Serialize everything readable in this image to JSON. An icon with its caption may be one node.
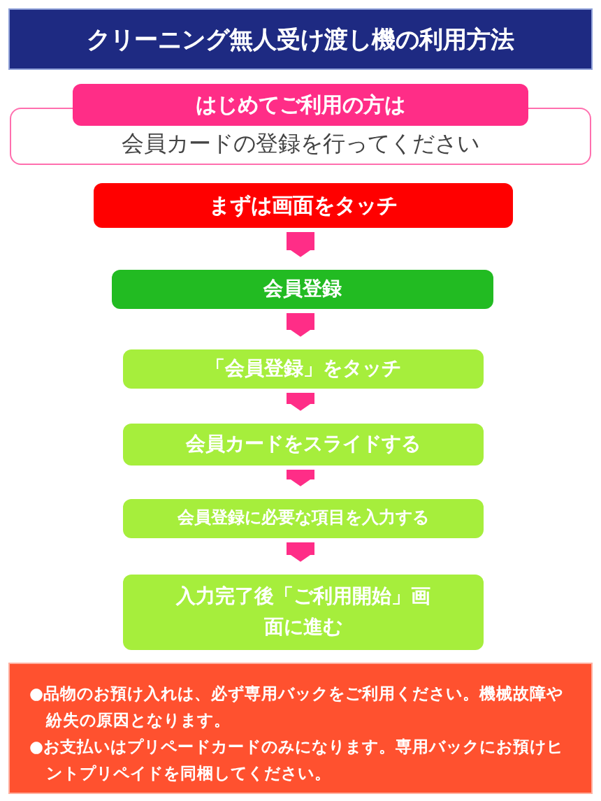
{
  "diagram": {
    "title": "クリーニング無人受け渡し機の利用方法",
    "nodes": [
      {
        "text": [
          "はじめてご利用の方は"
        ]
      },
      {
        "text": [
          "会員カードの登録を行ってください"
        ]
      },
      {
        "text": [
          "まずは画面をタッチ"
        ]
      },
      {
        "text": [
          "会員登録"
        ]
      },
      {
        "text": [
          "「会員登録」をタッチ"
        ]
      },
      {
        "text": [
          "会員カードをスライドする"
        ]
      },
      {
        "text": [
          "会員登録に必要な項目を入力する"
        ]
      },
      {
        "text": [
          "入力完了後「ご利用開始」画面に進む"
        ]
      },
      {
        "text": [
          "●品物のお預け入れは、必ず専用バックをご利用ください。機械故障や紛失の原因となります。",
          "●お支払いはプリペードカードのみになります。専用バックにお預けヒントプリペイドを同梱してください。"
        ]
      }
    ],
    "edges": [
      {
        "from": 2,
        "to": 3,
        "arrow": "to"
      },
      {
        "from": 3,
        "to": 4,
        "arrow": "to"
      },
      {
        "from": 4,
        "to": 5,
        "arrow": "to"
      },
      {
        "from": 5,
        "to": 6,
        "arrow": "to"
      },
      {
        "from": 6,
        "to": 7,
        "arrow": "to"
      }
    ]
  }
}
